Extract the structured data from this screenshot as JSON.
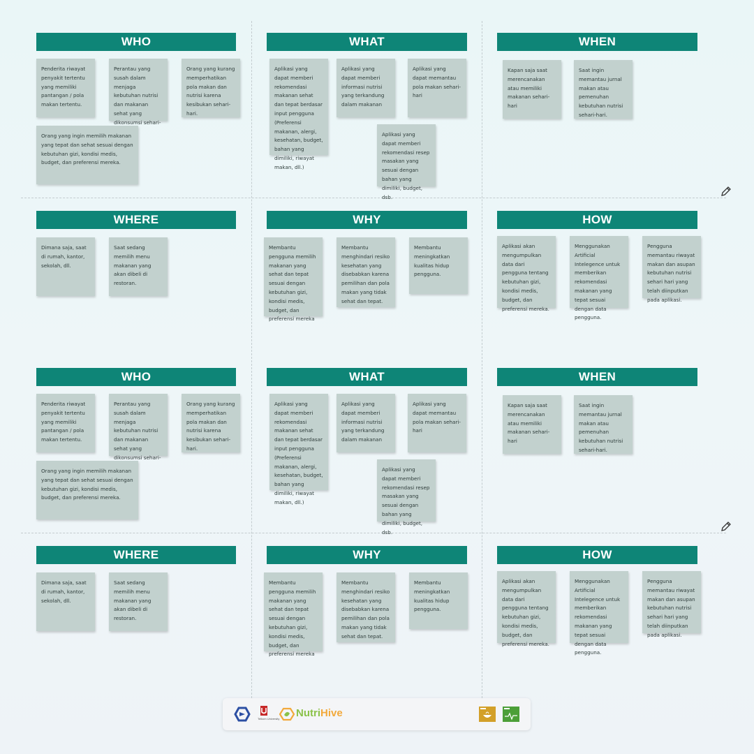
{
  "sections": {
    "who": "WHO",
    "what": "WHAT",
    "when": "WHEN",
    "where": "WHERE",
    "why": "WHY",
    "how": "HOW"
  },
  "notes": {
    "who1": "Penderita riwayat penyakit tertentu yang memiliki pantangan / pola makan tertentu.",
    "who2": "Perantau yang susah dalam menjaga kebutuhan nutrisi dan makanan sehat yang dikonsumsi sehari-hari.",
    "who3": "Orang yang kurang memperhatikan pola makan dan nutrisi karena kesibukan sehari-hari.",
    "who4": "Orang yang ingin memilih makanan yang tepat dan sehat sesuai dengan kebutuhan gizi, kondisi medis, budget, dan preferensi mereka.",
    "what1": "Aplikasi yang dapat memberi rekomendasi makanan sehat dan tepat berdasar input pengguna (Preferensi makanan, alergi, kesehatan, budget, bahan yang dimiliki, riwayat makan, dll.)",
    "what2": "Aplikasi yang dapat memberi informasi nutrisi yang terkandung dalam makanan",
    "what3": "Aplikasi yang dapat memantau pola makan sehari-hari",
    "what4": "Aplikasi yang dapat memberi rekomendasi resep masakan yang sesuai dengan bahan yang dimiliki, budget, dsb.",
    "when1": "Kapan saja saat merencanakan atau memiliki makanan sehari-hari",
    "when2": "Saat ingin memantau jurnal makan atau pemenuhan kebutuhan nutrisi sehari-hari.",
    "where1": "Dimana saja, saat di rumah, kantor, sekolah, dll.",
    "where2": "Saat sedang memilih menu makanan yang akan dibeli di restoran.",
    "why1": "Membantu pengguna memilih makanan yang sehat dan tepat sesuai dengan kebutuhan gizi, kondisi medis, budget, dan preferensi mereka",
    "why2": "Membantu menghindari resiko kesehatan yang disebabkan karena pemilihan dan pola makan yang tidak sehat dan tepat.",
    "why3": "Membantu meningkatkan kualitas hidup pengguna.",
    "how1": "Aplikasi akan mengumpulkan data dari pengguna tentang kebutuhan gizi, kondisi medis, budget, dan preferensi mereka.",
    "how2": "Menggunakan Artificial Intelegence untuk memberikan rekomendasi makanan yang tepat sesuai dengan data pengguna.",
    "how3": "Pengguna memantau riwayat makan dan asupan kebutuhan nutrisi sehari hari yang telah diinputkan pada aplikasi."
  },
  "footer": {
    "brand_part1": "Nutri",
    "brand_part2": "Hive",
    "university": "Telkom University",
    "sdg_colors": [
      "#d3a029",
      "#4c9f38"
    ]
  },
  "icons": [
    "pencil-icon",
    "logo-icon",
    "telkom-logo",
    "nutrihive-logo-icon",
    "sdg2-icon",
    "sdg3-icon"
  ],
  "colors": {
    "header": "#0e8577",
    "note": "#c2d1ce",
    "brand_green": "#8bc24a",
    "brand_orange": "#f2a93b"
  }
}
